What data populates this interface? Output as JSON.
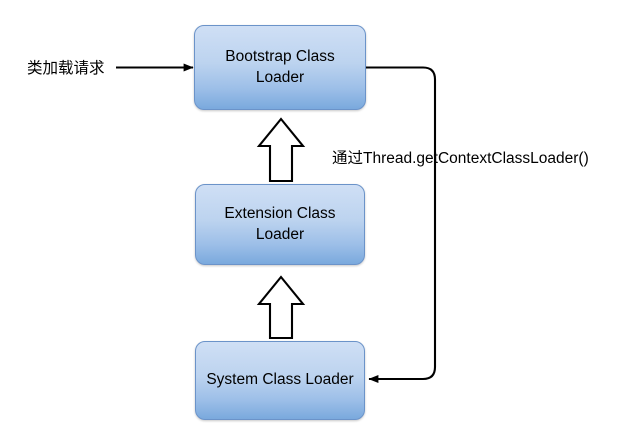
{
  "diagram": {
    "title": "Java Class Loader Delegation Diagram",
    "colors": {
      "node_fill_top": "#cfdff5",
      "node_fill_bottom": "#7aa9dd",
      "node_border": "#6b93c9",
      "stroke": "#000000",
      "background": "#ffffff"
    },
    "nodes": [
      {
        "id": "bootstrap",
        "label": "Bootstrap Class Loader"
      },
      {
        "id": "extension",
        "label": "Extension Class Loader"
      },
      {
        "id": "system",
        "label": "System Class Loader"
      }
    ],
    "labels": {
      "request": "类加载请求",
      "tccl": "通过Thread.getContextClassLoader()"
    },
    "connectors": [
      {
        "id": "request-arrow",
        "from": "类加载请求",
        "to": "bootstrap",
        "style": "solid-arrow",
        "direction": "right"
      },
      {
        "id": "extension-to-bootstrap",
        "from": "extension",
        "to": "bootstrap",
        "style": "hollow-block-arrow",
        "direction": "up"
      },
      {
        "id": "system-to-extension",
        "from": "system",
        "to": "extension",
        "style": "hollow-block-arrow",
        "direction": "up"
      },
      {
        "id": "bootstrap-to-system",
        "from": "bootstrap",
        "to": "system",
        "style": "rounded-elbow-arrow",
        "direction": "left",
        "label": "通过Thread.getContextClassLoader()"
      }
    ]
  }
}
